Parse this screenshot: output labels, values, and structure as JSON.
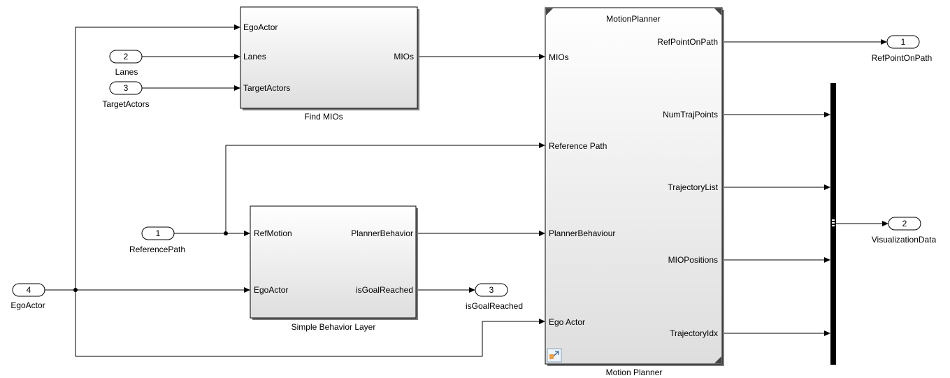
{
  "blocks": {
    "find_mios": {
      "name": "Find MIOs",
      "inputs": [
        "EgoActor",
        "Lanes",
        "TargetActors"
      ],
      "outputs": [
        "MIOs"
      ]
    },
    "simple_behavior": {
      "name": "Simple Behavior Layer",
      "inputs": [
        "RefMotion",
        "EgoActor"
      ],
      "outputs": [
        "PlannerBehavior",
        "isGoalReached"
      ]
    },
    "motion_planner": {
      "name": "Motion Planner",
      "title": "MotionPlanner",
      "inputs": [
        "MIOs",
        "Reference Path",
        "PlannerBehaviour",
        "Ego Actor"
      ],
      "outputs": [
        "RefPointOnPath",
        "NumTrajPoints",
        "TrajectoryList",
        "MIOPositions",
        "TrajectoryIdx"
      ]
    }
  },
  "inports": [
    {
      "num": "1",
      "name": "ReferencePath"
    },
    {
      "num": "2",
      "name": "Lanes"
    },
    {
      "num": "3",
      "name": "TargetActors"
    },
    {
      "num": "4",
      "name": "EgoActor"
    }
  ],
  "outports": [
    {
      "num": "1",
      "name": "RefPointOnPath"
    },
    {
      "num": "2",
      "name": "VisualizationData"
    },
    {
      "num": "3",
      "name": "isGoalReached"
    }
  ]
}
